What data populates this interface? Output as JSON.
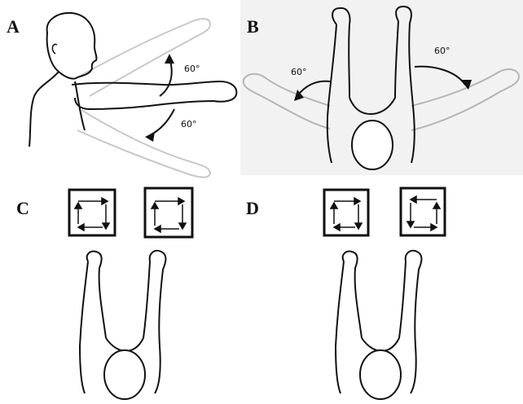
{
  "panels": [
    {
      "letter": "A",
      "angles": [
        "60°",
        "60°"
      ]
    },
    {
      "letter": "B",
      "angles": [
        "60°",
        "60°"
      ]
    },
    {
      "letter": "C"
    },
    {
      "letter": "D"
    }
  ],
  "colors": {
    "ink": "#111111",
    "ghost": "#c8c8c8",
    "panelB_bg": "#f2f2f2"
  }
}
